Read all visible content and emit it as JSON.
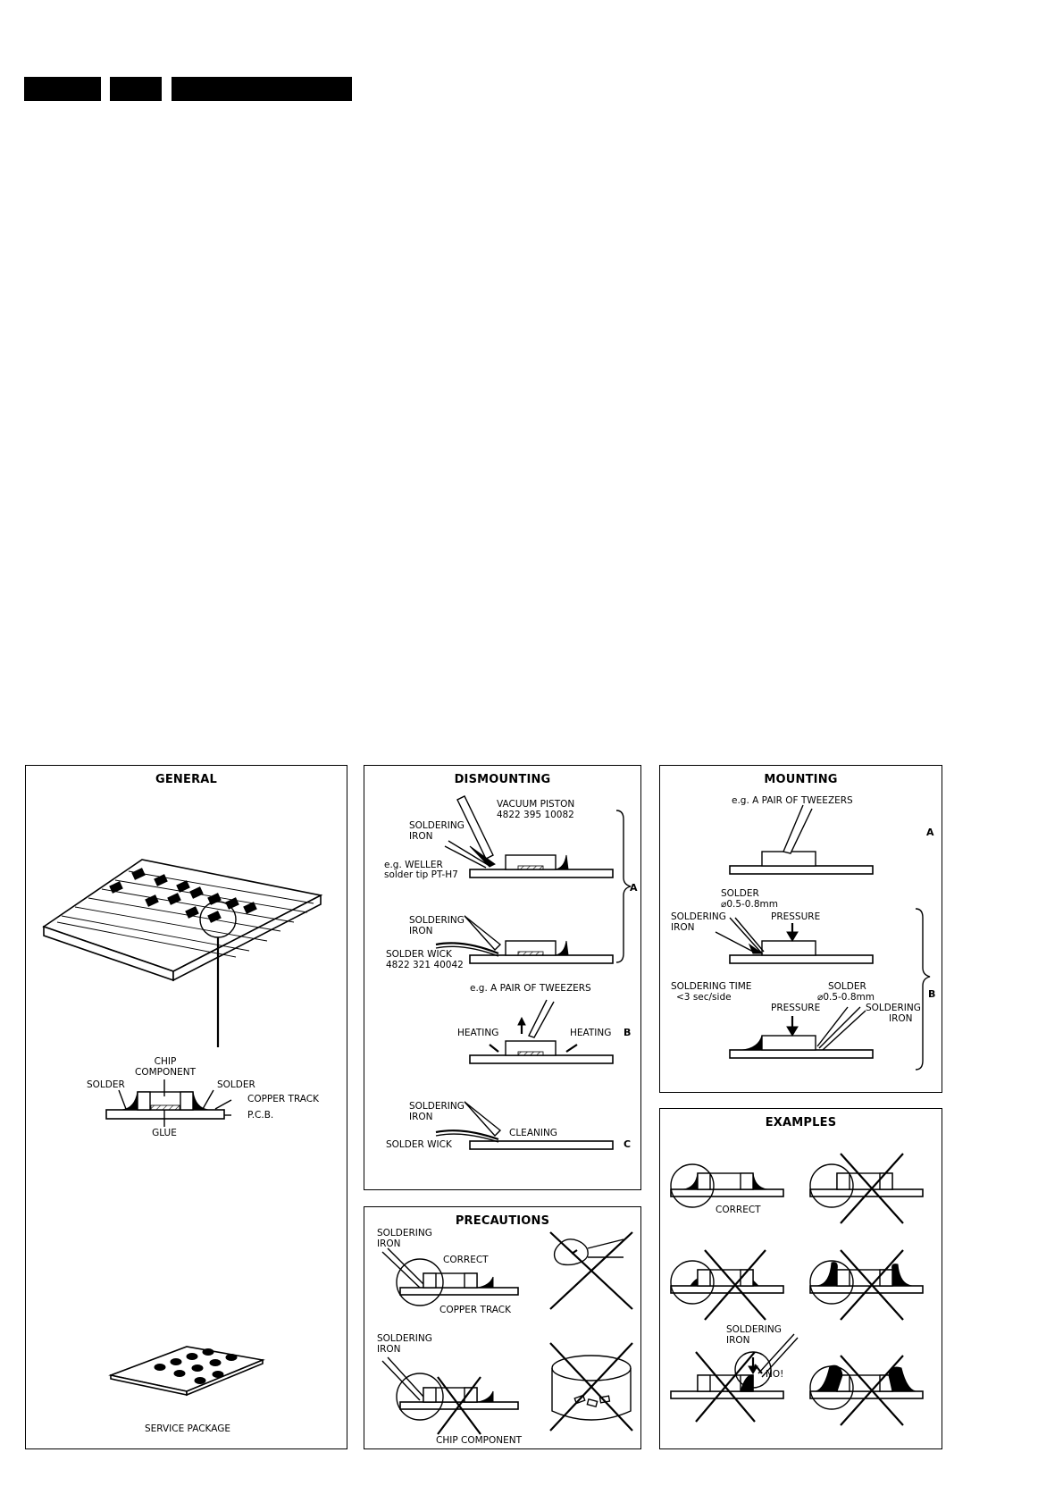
{
  "header": {
    "blocks": [
      "",
      "",
      ""
    ]
  },
  "general": {
    "title": "GENERAL",
    "labels": {
      "chip_component": "CHIP\nCOMPONENT",
      "chip_line1": "CHIP",
      "chip_line2": "COMPONENT",
      "solder_left": "SOLDER",
      "solder_right": "SOLDER",
      "copper_track": "COPPER TRACK",
      "pcb": "P.C.B.",
      "glue": "GLUE",
      "service_package": "SERVICE PACKAGE"
    }
  },
  "dismounting": {
    "title": "DISMOUNTING",
    "step_a": {
      "vacuum_piston": "VACUUM PISTON",
      "vacuum_code": "4822 395 10082",
      "soldering": "SOLDERING",
      "iron": "IRON",
      "weller": "e.g. WELLER",
      "solder_tip": "solder tip PT-H7",
      "soldering2": "SOLDERING",
      "iron2": "IRON",
      "solder_wick": "SOLDER WICK",
      "wick_code": "4822 321 40042",
      "letter": "A"
    },
    "step_b": {
      "tweezers": "e.g. A PAIR OF TWEEZERS",
      "heating_left": "HEATING",
      "heating_right": "HEATING",
      "letter": "B"
    },
    "step_c": {
      "soldering": "SOLDERING",
      "iron": "IRON",
      "cleaning": "CLEANING",
      "solder_wick": "SOLDER WICK",
      "letter": "C"
    }
  },
  "mounting": {
    "title": "MOUNTING",
    "step_a": {
      "tweezers": "e.g. A PAIR OF TWEEZERS",
      "letter": "A"
    },
    "step_b": {
      "solder": "SOLDER",
      "solder_size": "⌀0.5-0.8mm",
      "soldering": "SOLDERING",
      "iron": "IRON",
      "pressure": "PRESSURE",
      "soldering_time": "SOLDERING TIME",
      "time_value": "<3 sec/side",
      "solder2": "SOLDER",
      "solder_size2": "⌀0.5-0.8mm",
      "pressure2": "PRESSURE",
      "soldering2": "SOLDERING",
      "iron2": "IRON",
      "letter": "B"
    }
  },
  "precautions": {
    "title": "PRECAUTIONS",
    "soldering": "SOLDERING",
    "iron": "IRON",
    "correct": "CORRECT",
    "copper_track": "COPPER TRACK",
    "soldering2": "SOLDERING",
    "iron2": "IRON",
    "chip_component": "CHIP COMPONENT"
  },
  "examples": {
    "title": "EXAMPLES",
    "correct": "CORRECT",
    "soldering": "SOLDERING",
    "iron": "IRON",
    "no": "NO!"
  }
}
